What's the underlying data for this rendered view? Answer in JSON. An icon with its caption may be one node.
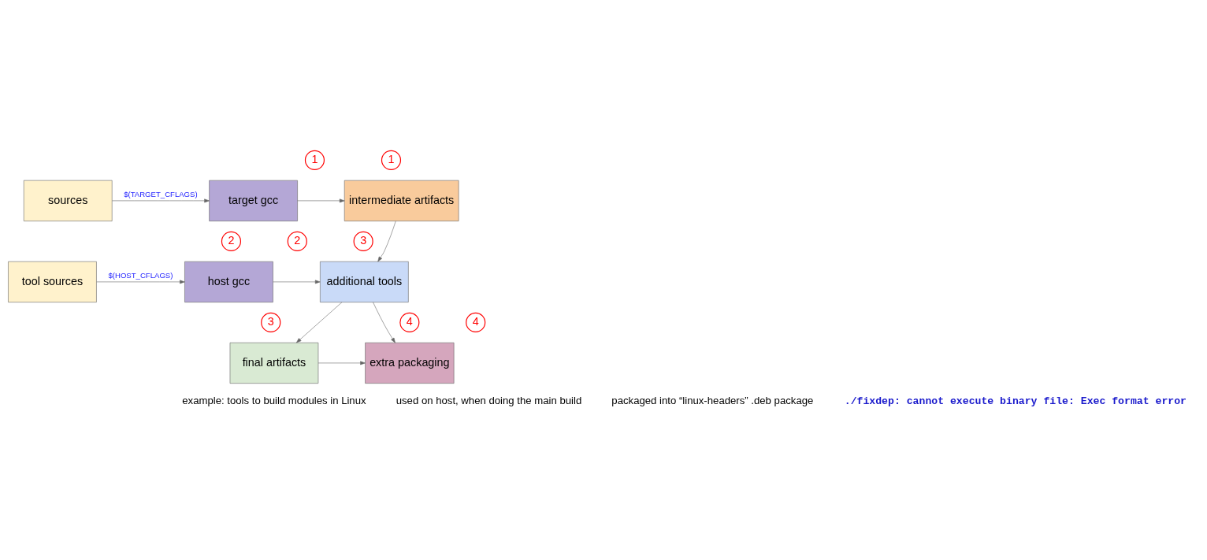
{
  "diagram": {
    "nodes": [
      {
        "text": [
          "sources"
        ]
      },
      {
        "text": [
          "target gcc"
        ]
      },
      {
        "text": [
          "intermediate artifacts"
        ]
      },
      {
        "text": [
          "tool sources"
        ]
      },
      {
        "text": [
          "host gcc"
        ]
      },
      {
        "text": [
          "additional tools"
        ]
      },
      {
        "text": [
          "final artifacts"
        ]
      },
      {
        "text": [
          "extra packaging"
        ]
      }
    ],
    "edges": [
      {
        "from": 0,
        "to": 1,
        "arrow": "to",
        "label": "$(TARGET_CFLAGS)"
      },
      {
        "from": 1,
        "to": 2,
        "arrow": "to"
      },
      {
        "from": 2,
        "to": 5,
        "arrow": "to"
      },
      {
        "from": 3,
        "to": 4,
        "arrow": "to",
        "label": "$(HOST_CFLAGS)"
      },
      {
        "from": 4,
        "to": 5,
        "arrow": "to"
      },
      {
        "from": 5,
        "to": 6,
        "arrow": "to"
      },
      {
        "from": 5,
        "to": 7,
        "arrow": "to"
      },
      {
        "from": 6,
        "to": 7,
        "arrow": "to"
      }
    ],
    "labels": [
      "1",
      "1",
      "2",
      "2",
      "3",
      "3",
      "4",
      "4",
      "example: tools to build modules in Linux",
      "used on host, when doing the main build",
      "packaged into “linux-headers” .deb package",
      "./fixdep: cannot execute binary file: Exec format error"
    ]
  }
}
